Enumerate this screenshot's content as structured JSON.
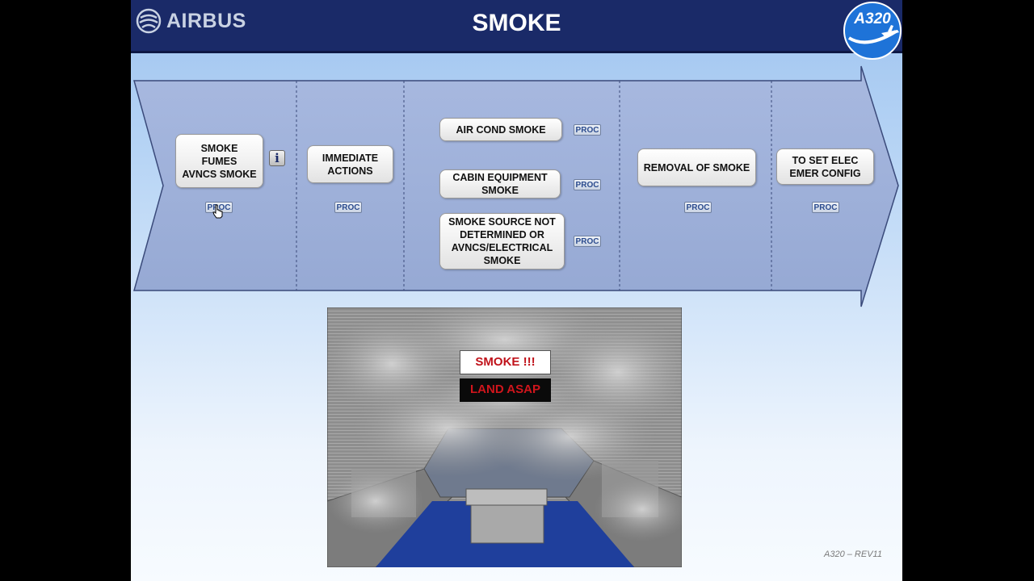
{
  "header": {
    "logo_text": "AIRBUS",
    "title": "SMOKE",
    "badge": "A320"
  },
  "flow": {
    "step1": {
      "label": "SMOKE\nFUMES\nAVNCS SMOKE",
      "info": "i",
      "proc": "PROC"
    },
    "step2": {
      "label": "IMMEDIATE\nACTIONS",
      "proc": "PROC"
    },
    "step3": {
      "items": [
        {
          "label": "AIR COND SMOKE",
          "proc": "PROC"
        },
        {
          "label": "CABIN EQUIPMENT\nSMOKE",
          "proc": "PROC"
        },
        {
          "label": "SMOKE SOURCE NOT\nDETERMINED OR\nAVNCS/ELECTRICAL\nSMOKE",
          "proc": "PROC"
        }
      ]
    },
    "step4": {
      "label": "REMOVAL OF SMOKE",
      "proc": "PROC"
    },
    "step5": {
      "label": "TO SET ELEC\nEMER CONFIG",
      "proc": "PROC"
    }
  },
  "cockpit": {
    "alert_primary": "SMOKE !!!",
    "alert_secondary": "LAND ASAP"
  },
  "footer": {
    "text": "A320 –  REV11"
  },
  "colors": {
    "header": "#1a2a68",
    "arrow": "#9fb0d8",
    "alert_red": "#c0121a"
  }
}
